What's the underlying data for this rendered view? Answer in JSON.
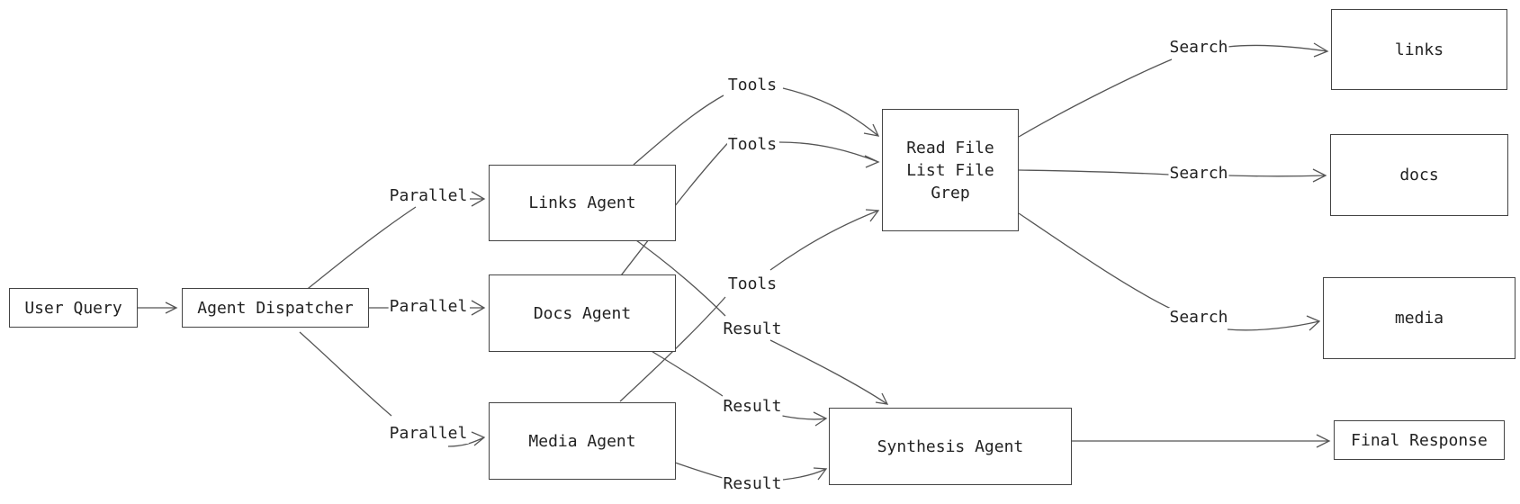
{
  "diagram": {
    "nodes": {
      "user_query": "User Query",
      "agent_dispatcher": "Agent Dispatcher",
      "links_agent": "Links Agent",
      "docs_agent": "Docs Agent",
      "media_agent": "Media Agent",
      "tools": "Read File\nList File\nGrep",
      "synthesis_agent": "Synthesis Agent",
      "links": "links",
      "docs": "docs",
      "media": "media",
      "final_response": "Final Response"
    },
    "edge_labels": {
      "parallel_links": "Parallel",
      "parallel_docs": "Parallel",
      "parallel_media": "Parallel",
      "tools_links": "Tools",
      "tools_docs": "Tools",
      "tools_media": "Tools",
      "result_links": "Result",
      "result_docs": "Result",
      "result_media": "Result",
      "search_links": "Search",
      "search_docs": "Search",
      "search_media": "Search"
    }
  }
}
